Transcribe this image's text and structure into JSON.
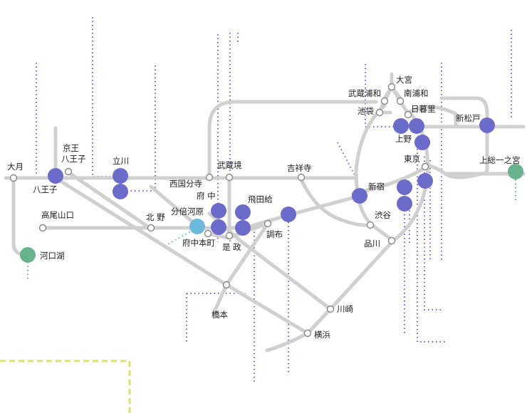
{
  "stations": {
    "otsuki": "大月",
    "hachioji": "八王子",
    "keio_hachioji_1": "京王",
    "keio_hachioji_2": "八王子",
    "tachikawa": "立川",
    "takaosanguchi": "高尾山口",
    "kitano": "北 野",
    "kawaguchiko": "河口湖",
    "bubaigawara": "分倍河原",
    "fuchu_honmachi": "府中本町",
    "fuchu": "府 中",
    "koremasa": "是 政",
    "nishikokubunji": "西国分寺",
    "musashisakai": "武蔵境",
    "tobitakyu": "飛田給",
    "chofu": "調布",
    "kichijoji": "吉祥寺",
    "shinjuku": "新宿",
    "shibuya": "渋谷",
    "shinagawa": "品川",
    "kawasaki": "川崎",
    "yokohama": "横浜",
    "hashimoto": "橋本",
    "omiya": "大宮",
    "musashiurawa": "武蔵浦和",
    "minamiurawa": "南浦和",
    "ikebukuro": "池袋",
    "nippori": "日暮里",
    "ueno": "上野",
    "tokyo": "東京",
    "shinmatsudo": "新松戸",
    "kazusa_ichinomiya": "上総一之宮"
  },
  "colors": {
    "line": "#d0d0d0",
    "marker_blue": "#6b6bc9",
    "marker_cyan": "#6cb9dd",
    "marker_green": "#68b28d",
    "dotted_blue": "#6a6ad8",
    "dashed_yellow": "#e0e070"
  }
}
